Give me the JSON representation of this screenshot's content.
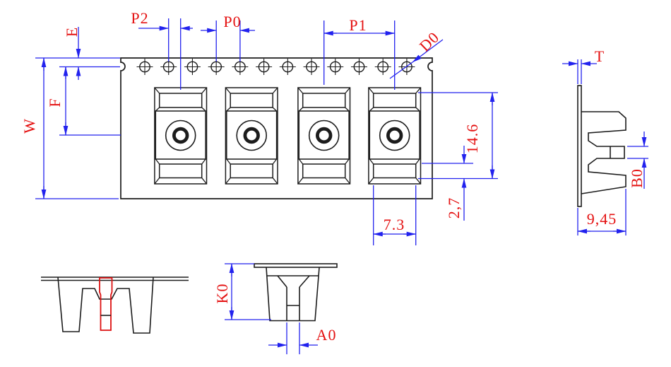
{
  "colors": {
    "outline": "#1c1c1c",
    "dimension_lines": "#2222ee",
    "dimension_text": "#e41111",
    "component_highlight": "#dd1111"
  },
  "tape_top_view": {
    "sprocket_hole_count": 12,
    "pocket_count": 4,
    "dim_labels": {
      "edge_to_hole": "E",
      "hole_to_pocket": "P2",
      "hole_pitch": "P0",
      "pocket_pitch": "P1",
      "hole_diameter": "D0",
      "tape_width": "W",
      "hole_to_center": "F",
      "pocket_length": "14.6",
      "pocket_end_offset": "2,7",
      "pocket_end_width": "7.3"
    }
  },
  "tape_side_view": {
    "dim_labels": {
      "tape_thickness": "T",
      "slot_height": "B0",
      "profile_width": "9,45"
    }
  },
  "pocket_profile_view": {
    "dim_labels": {
      "pocket_depth": "K0",
      "slot_width": "A0"
    }
  }
}
